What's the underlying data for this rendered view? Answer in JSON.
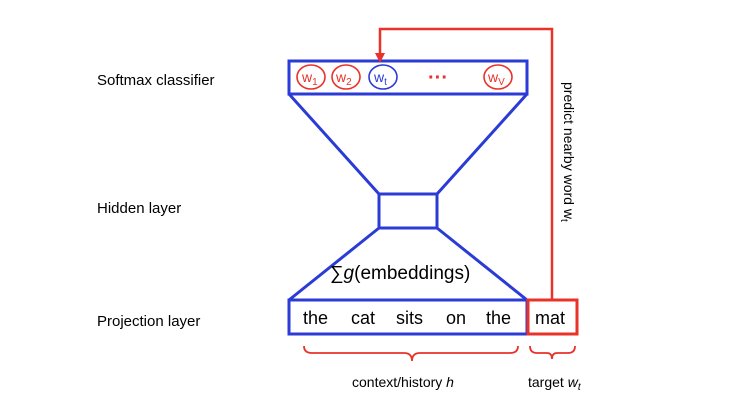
{
  "layer_labels": {
    "softmax": "Softmax classifier",
    "hidden": "Hidden layer",
    "projection": "Projection layer"
  },
  "softmax_nodes": {
    "w1": {
      "base": "w",
      "sub": "1"
    },
    "w2": {
      "base": "w",
      "sub": "2"
    },
    "wt": {
      "base": "w",
      "sub": "t"
    },
    "ellipsis": "···",
    "wV": {
      "base": "w",
      "sub": "V"
    }
  },
  "formula": {
    "sum": "∑",
    "func": "g",
    "arg": "(embeddings)"
  },
  "context_words": [
    "the",
    "cat",
    "sits",
    "on",
    "the"
  ],
  "target_word": "mat",
  "brace_labels": {
    "context_text": "context/history ",
    "context_var": "h",
    "target_text": "target ",
    "target_var": "w",
    "target_sub": "t"
  },
  "arrow_label": {
    "text": "predict nearby word w",
    "sub": "t"
  },
  "colors": {
    "blue": "#2b3bd6",
    "red": "#e8322a",
    "black": "#000000"
  }
}
